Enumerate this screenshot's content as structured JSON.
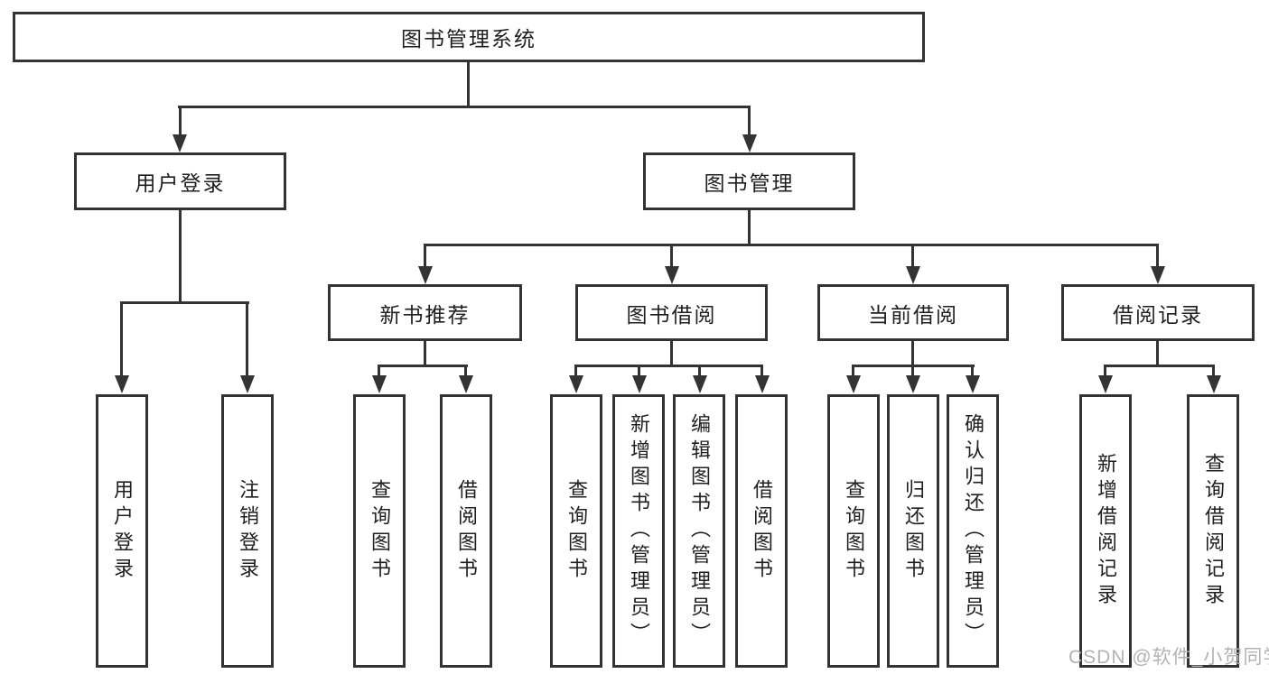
{
  "diagram": {
    "root": {
      "label": "图书管理系统"
    },
    "children": [
      {
        "label": "用户登录",
        "children": [
          {
            "label": "用户登录"
          },
          {
            "label": "注销登录"
          }
        ]
      },
      {
        "label": "图书管理",
        "children": [
          {
            "label": "新书推荐",
            "children": [
              {
                "label": "查询图书"
              },
              {
                "label": "借阅图书"
              }
            ]
          },
          {
            "label": "图书借阅",
            "children": [
              {
                "label": "查询图书"
              },
              {
                "label": "新增图书（管理员）"
              },
              {
                "label": "编辑图书（管理员）"
              },
              {
                "label": "借阅图书"
              }
            ]
          },
          {
            "label": "当前借阅",
            "children": [
              {
                "label": "查询图书"
              },
              {
                "label": "归还图书"
              },
              {
                "label": "确认归还（管理员）"
              }
            ]
          },
          {
            "label": "借阅记录",
            "children": [
              {
                "label": "新增借阅记录"
              },
              {
                "label": "查询借阅记录"
              }
            ]
          }
        ]
      }
    ]
  },
  "watermark": "CSDN @软件_小贺同学",
  "colors": {
    "line": "#333333",
    "text": "#1f1f1f",
    "watermark": "#b3b3b3",
    "background": "#ffffff"
  }
}
